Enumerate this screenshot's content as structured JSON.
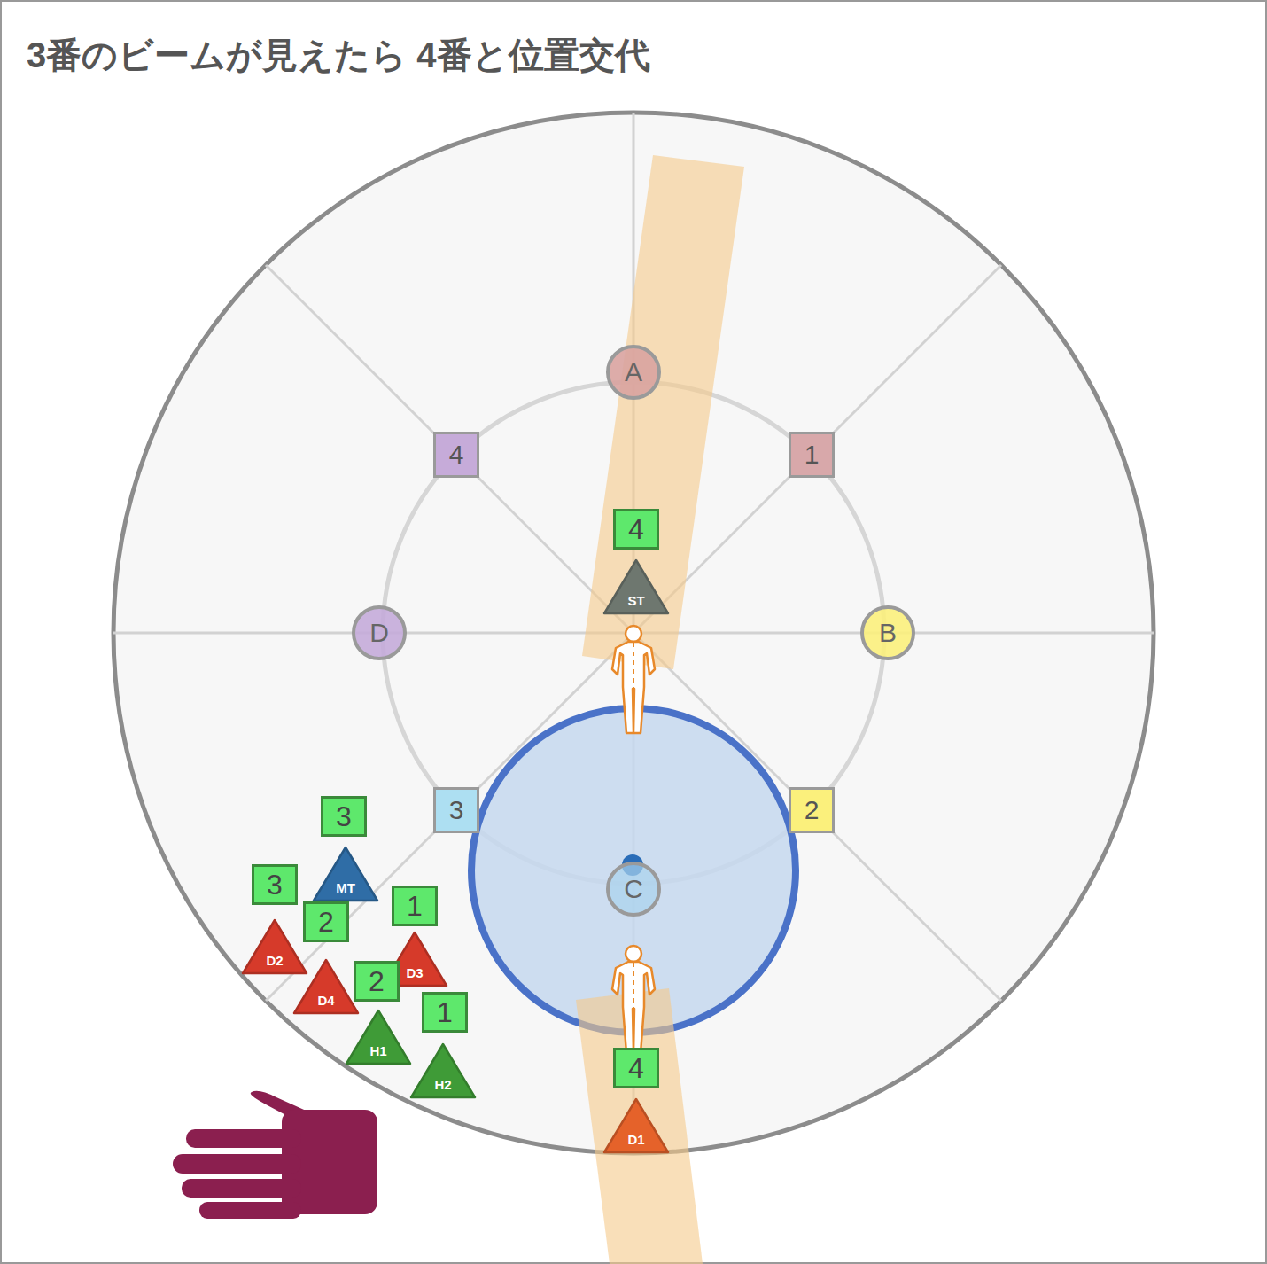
{
  "diagram": {
    "title": "3番のビームが見えたら 4番と位置交代",
    "nodes": [
      {
        "text": [
          "A"
        ]
      },
      {
        "text": [
          "4"
        ]
      },
      {
        "text": [
          "1"
        ]
      },
      {
        "text": [
          "4"
        ]
      },
      {
        "text": [
          "ST"
        ]
      },
      {
        "text": [
          "D"
        ]
      },
      {
        "text": [
          "B"
        ]
      },
      {
        "text": [
          "3"
        ]
      },
      {
        "text": [
          "3"
        ]
      },
      {
        "text": [
          "2"
        ]
      },
      {
        "text": [
          "3"
        ]
      },
      {
        "text": [
          "MT"
        ]
      },
      {
        "text": [
          "C"
        ]
      },
      {
        "text": [
          "2"
        ]
      },
      {
        "text": [
          "1"
        ]
      },
      {
        "text": [
          "D2"
        ]
      },
      {
        "text": [
          "D3"
        ]
      },
      {
        "text": [
          "2"
        ]
      },
      {
        "text": [
          "D4"
        ]
      },
      {
        "text": [
          "1"
        ]
      },
      {
        "text": [
          "H1"
        ]
      },
      {
        "text": [
          "4"
        ]
      },
      {
        "text": [
          "H2"
        ]
      },
      {
        "text": [
          "D1"
        ]
      }
    ]
  }
}
